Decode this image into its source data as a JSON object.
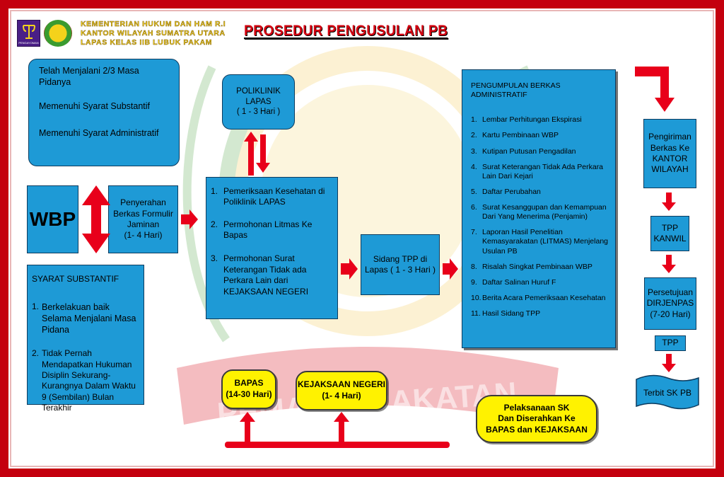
{
  "header": {
    "logo_caption": "PENGAYOMAN",
    "org_lines": [
      "KEMENTERIAN HUKUM DAN HAM R.I",
      "KANTOR WILAYAH SUMATRA UTARA",
      "LAPAS KELAS IIB LUBUK PAKAM"
    ],
    "title": "PROSEDUR PENGUSULAN PB"
  },
  "requirements": {
    "line1a": "Telah Menjalani 2/3 Masa",
    "line1b": "Pidanya",
    "line2": "Memenuhi Syarat Substantif",
    "line3": "Memenuhi Syarat Administratif"
  },
  "wbp": "WBP",
  "syarat": {
    "heading": "SYARAT SUBSTANTIF",
    "items": [
      {
        "num": "1.",
        "text": "Berkelakuan baik Selama Menjalani Masa Pidana"
      },
      {
        "num": "2.",
        "text": "Tidak Pernah Mendapatkan Hukuman Disiplin Sekurang-Kurangnya Dalam Waktu 9 (Sembilan) Bulan Terakhir"
      }
    ]
  },
  "penyerahan": {
    "line1": "Penyerahan",
    "line2": "Berkas Formulir",
    "line3": "Jaminan",
    "line4": "(1- 4 Hari)"
  },
  "poliklinik": {
    "line1": "POLIKLINIK",
    "line2": "LAPAS",
    "line3": "( 1 - 3 Hari )"
  },
  "pemeriksaan": {
    "items": [
      {
        "num": "1.",
        "text": "Pemeriksaan Kesehatan di Poliklinik LAPAS"
      },
      {
        "num": "2.",
        "text": "Permohonan Litmas Ke Bapas"
      },
      {
        "num": "3.",
        "text": "Permohonan Surat Keterangan Tidak ada Perkara Lain dari KEJAKSAAN NEGERI"
      }
    ]
  },
  "sidang": {
    "line1": "Sidang TPP di",
    "line2": "Lapas ( 1 - 3 Hari )"
  },
  "berkas": {
    "heading": "PENGUMPULAN BERKAS ADMINISTRATIF",
    "items": [
      {
        "num": "1.",
        "text": "Lembar Perhitungan Ekspirasi"
      },
      {
        "num": "2.",
        "text": "Kartu Pembinaan WBP"
      },
      {
        "num": "3.",
        "text": "Kutipan Putusan Pengadilan"
      },
      {
        "num": "4.",
        "text": "Surat Keterangan Tidak Ada Perkara Lain Dari Kejari"
      },
      {
        "num": "5.",
        "text": "Daftar Perubahan"
      },
      {
        "num": "6.",
        "text": "Surat Kesanggupan dan Kemampuan Dari Yang Menerima (Penjamin)"
      },
      {
        "num": "7.",
        "text": "Laporan Hasil Penelitian Kemasyarakatan (LITMAS) Menjelang Usulan PB"
      },
      {
        "num": "8.",
        "text": "Risalah Singkat Pembinaan WBP"
      },
      {
        "num": "9.",
        "text": "Daftar Salinan Huruf F"
      },
      {
        "num": "10.",
        "text": "Berita Acara Pemeriksaan Kesehatan"
      },
      {
        "num": "11.",
        "text": "Hasil Sidang TPP"
      }
    ]
  },
  "pengiriman": {
    "line1": "Pengiriman",
    "line2": "Berkas Ke",
    "line3": "KANTOR",
    "line4": "WILAYAH"
  },
  "tpp_kanwil": {
    "line1": "TPP",
    "line2": "KANWIL"
  },
  "persetujuan": {
    "line1": "Persetujuan",
    "line2": "DIRJENPAS",
    "line3": "(7-20 Hari)"
  },
  "tpp": "TPP",
  "terbit": "Terbit SK PB",
  "bapas": {
    "line1": "BAPAS",
    "line2": "(14-30 Hari)"
  },
  "kejaksaan": {
    "line1": "KEJAKSAAN NEGERI",
    "line2": "(1- 4 Hari)"
  },
  "pelaksanaan": {
    "line1": "Pelaksanaan SK",
    "line2": "Dan Diserahkan Ke",
    "line3": "BAPAS dan KEJAKSAAN"
  },
  "watermark_text": "PEMASYARAKATAN",
  "colors": {
    "box": "#1e9ad6",
    "arrow": "#e8001a",
    "yellow": "#fff200",
    "frame": "#c4000e",
    "header_text": "#f4d21b"
  }
}
